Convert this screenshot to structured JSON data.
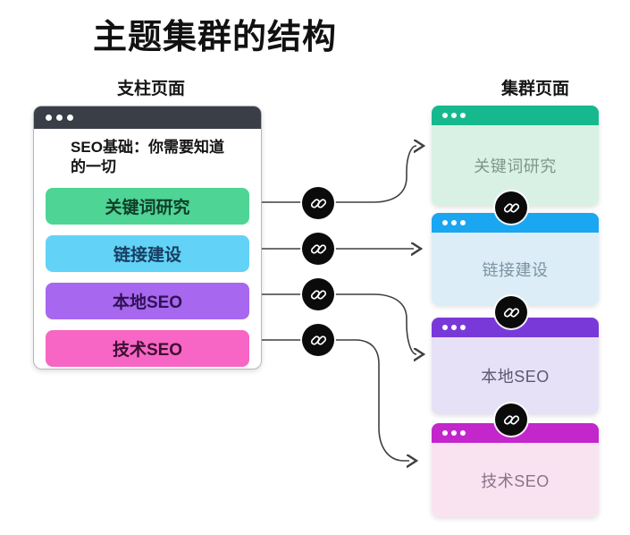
{
  "title": "主题集群的结构",
  "pillar": {
    "label": "支柱页面",
    "window_chrome_color": "#3a3f47",
    "heading_line1": "SEO基础：你需要知道",
    "heading_line2": "的一切",
    "buttons": [
      {
        "label": "关键词研究",
        "bg": "#4ed494",
        "fg": "#123d2b"
      },
      {
        "label": "链接建设",
        "bg": "#62d3f6",
        "fg": "#173e62"
      },
      {
        "label": "本地SEO",
        "bg": "#a767ee",
        "fg": "#2f1256"
      },
      {
        "label": "技术SEO",
        "bg": "#f766c4",
        "fg": "#3d0e31"
      }
    ]
  },
  "cluster": {
    "label": "集群页面",
    "cards": [
      {
        "label": "关键词研究",
        "header": "#16b98d",
        "body": "#d9f1e4",
        "fg": "#7e968b"
      },
      {
        "label": "链接建设",
        "header": "#1aa6f0",
        "body": "#dcedf7",
        "fg": "#7d93a1"
      },
      {
        "label": "本地SEO",
        "header": "#7939d8",
        "body": "#e7e1f7",
        "fg": "#5e5672"
      },
      {
        "label": "技术SEO",
        "header": "#c326cb",
        "body": "#fae3f1",
        "fg": "#8a7386"
      }
    ]
  },
  "link_icon": {
    "name": "chain-link-icon",
    "bg": "#0b0b0b",
    "glyph_color": "#ffffff"
  },
  "connector_color": "#3f3f3f"
}
